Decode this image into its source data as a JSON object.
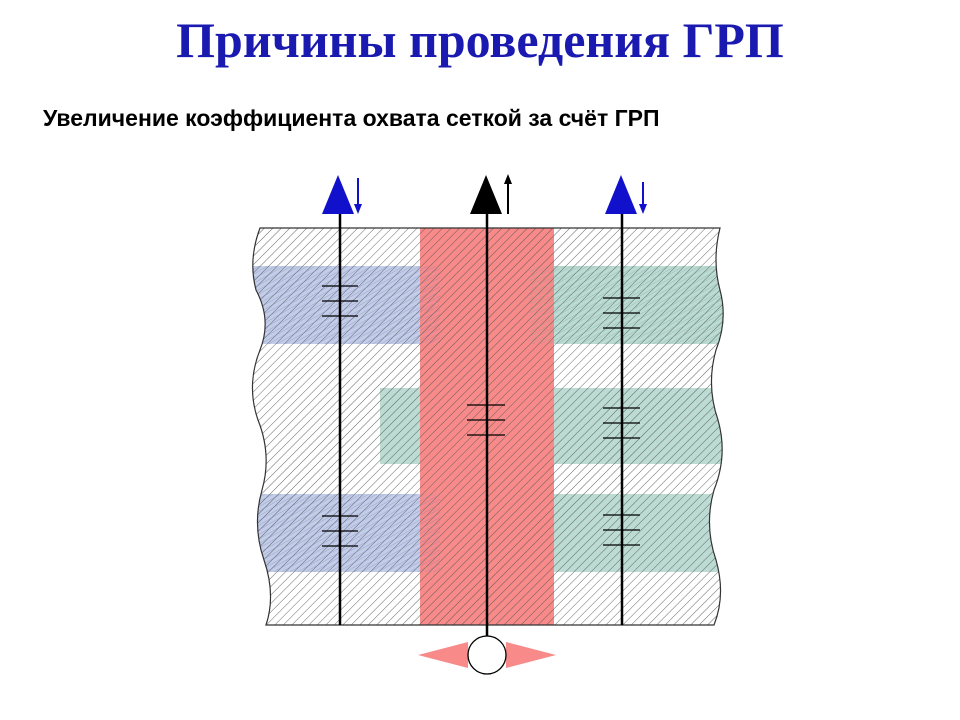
{
  "slide": {
    "title": "Причины проведения ГРП",
    "subtitle": "Увеличение коэффициента охвата сеткой за счёт ГРП"
  },
  "colors": {
    "title": "#1a1ab0",
    "fracture": "#f88a8a",
    "injection_well": "#1111cc",
    "production_well": "#000000",
    "blue_zone": "#8898c8",
    "green_zone": "#7fb3a6",
    "hatch": "#555555"
  },
  "diagram": {
    "wells": [
      {
        "type": "injection",
        "color": "blue",
        "perforation_groups": 2
      },
      {
        "type": "production",
        "color": "black",
        "perforation_groups": 1
      },
      {
        "type": "injection",
        "color": "blue",
        "perforation_groups": 3
      }
    ],
    "fracture": {
      "color": "red"
    }
  }
}
